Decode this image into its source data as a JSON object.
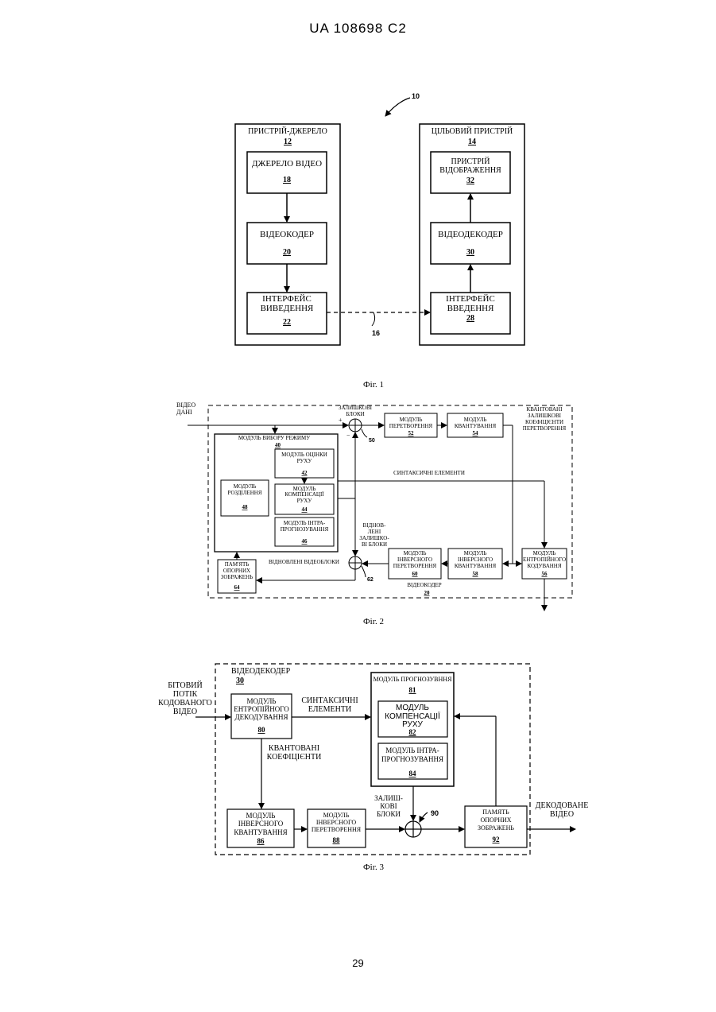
{
  "header": "UA   108698   C2",
  "page_number": "29",
  "fig1": {
    "caption": "Фіг. 1",
    "system_ref": "10",
    "link_ref": "16",
    "source": {
      "title": "ПРИСТРІЙ-ДЖЕРЕЛО",
      "ref": "12"
    },
    "video_source": {
      "label": "ДЖЕРЕЛО ВІДЕО",
      "ref": "18"
    },
    "encoder": {
      "label": "ВІДЕОКОДЕР",
      "ref": "20"
    },
    "output_if": {
      "line1": "ІНТЕРФЕЙС",
      "line2": "ВИВЕДЕННЯ",
      "ref": "22"
    },
    "dest": {
      "title": "ЦІЛЬОВИЙ ПРИСТРІЙ",
      "ref": "14"
    },
    "display": {
      "line1": "ПРИСТРІЙ",
      "line2": "ВІДОБРАЖЕННЯ",
      "ref": "32"
    },
    "decoder": {
      "label": "ВІДЕОДЕКОДЕР",
      "ref": "30"
    },
    "input_if": {
      "line1": "ІНТЕРФЕЙС",
      "line2": "ВВЕДЕННЯ",
      "ref": "28"
    }
  },
  "fig2": {
    "caption": "Фіг. 2",
    "video_in": {
      "line1": "ВІДЕО",
      "line2": "ДАНІ"
    },
    "residual": {
      "line1": "ЗАЛИШКОВІ",
      "line2": "БЛОКИ"
    },
    "plus": "+",
    "minus": "−",
    "sum1_ref": "50",
    "sum2_ref": "62",
    "transform": {
      "line1": "МОДУЛЬ",
      "line2": "ПЕРЕТВОРЕННЯ",
      "ref": "52"
    },
    "quant": {
      "line1": "МОДУЛЬ",
      "line2": "КВАНТУВАННЯ",
      "ref": "54"
    },
    "quant_coef": {
      "line1": "КВАНТОВАНІ",
      "line2": "ЗАЛИШКОВІ",
      "line3": "КОЕФІЦІЄНТИ",
      "line4": "ПЕРЕТВОРЕННЯ"
    },
    "mode_select": {
      "label": "МОДУЛЬ ВИБОРУ РЕЖИМУ",
      "ref": "40"
    },
    "motion_est": {
      "line1": "МОДУЛЬ ОЦІНКИ",
      "line2": "РУХУ",
      "ref": "42"
    },
    "motion_comp": {
      "line1": "МОДУЛЬ",
      "line2": "КОМПЕНСАЦІЇ",
      "line3": "РУХУ",
      "ref": "44"
    },
    "intra": {
      "line1": "МОДУЛЬ ІНТРА-",
      "line2": "ПРОГНОЗУВАННЯ",
      "ref": "46"
    },
    "partition": {
      "line1": "МОДУЛЬ",
      "line2": "РОЗДІЛЕННЯ",
      "ref": "48"
    },
    "syntax": "СИНТАКСИЧНІ ЕЛЕМЕНТИ",
    "restored_res": {
      "line1": "ВІДНОВ-",
      "line2": "ЛЕНІ",
      "line3": "ЗАЛИШКО-",
      "line4": "ВІ БЛОКИ"
    },
    "restored_blocks": "ВІДНОВЛЕНІ ВІДЕОБЛОКИ",
    "ref_mem": {
      "line1": "ПАМ'ЯТЬ",
      "line2": "ОПОРНИХ",
      "line3": "ЗОБРАЖЕНЬ",
      "ref": "64"
    },
    "inv_transform": {
      "line1": "МОДУЛЬ",
      "line2": "ІНВЕРСНОГО",
      "line3": "ПЕРЕТВОРЕННЯ",
      "ref": "60"
    },
    "inv_quant": {
      "line1": "МОДУЛЬ",
      "line2": "ІНВЕРСНОГО",
      "line3": "КВАНТУВАННЯ",
      "ref": "58"
    },
    "entropy": {
      "line1": "МОДУЛЬ",
      "line2": "ЕНТРОПІЙНОГО",
      "line3": "КОДУВАННЯ",
      "ref": "56"
    },
    "encoder_label": {
      "label": "ВІДЕОКОДЕР",
      "ref": "20"
    }
  },
  "fig3": {
    "caption": "Фіг. 3",
    "bitstream": {
      "line1": "БІТОВИЙ",
      "line2": "ПОТІК",
      "line3": "КОДОВАНОГО",
      "line4": "ВІДЕО"
    },
    "decoder_label": {
      "label": "ВІДЕОДЕКОДЕР",
      "ref": "30"
    },
    "entropy_dec": {
      "line1": "МОДУЛЬ",
      "line2": "ЕНТРОПІЙНОГО",
      "line3": "ДЕКОДУВАННЯ",
      "ref": "80"
    },
    "syntax": {
      "line1": "СИНТАКСИЧНІ",
      "line2": "ЕЛЕМЕНТИ"
    },
    "pred": {
      "label": "МОДУЛЬ ПРОГНОЗУВННЯ",
      "ref": "81"
    },
    "motion_comp": {
      "line1": "МОДУЛЬ",
      "line2": "КОМПЕНСАЦІЇ",
      "line3": "РУХУ",
      "ref": "82"
    },
    "intra": {
      "line1": "МОДУЛЬ ІНТРА-",
      "line2": "ПРОГНОЗУВАННЯ",
      "ref": "84"
    },
    "quant_coef": {
      "line1": "КВАНТОВАНІ",
      "line2": "КОЕФІЦІЄНТИ"
    },
    "residual": {
      "line1": "ЗАЛИШ-",
      "line2": "КОВІ",
      "line3": "БЛОКИ"
    },
    "sum_ref": "90",
    "inv_quant": {
      "line1": "МОДУЛЬ",
      "line2": "ІНВЕРСНОГО",
      "line3": "КВАНТУВАННЯ",
      "ref": "86"
    },
    "inv_transform": {
      "line1": "МОДУЛЬ",
      "line2": "ІНВЕРСНОГО",
      "line3": "ПЕРЕТВОРЕННЯ",
      "ref": "88"
    },
    "ref_mem": {
      "line1": "ПАМЯТЬ",
      "line2": "ОПОРНИХ",
      "line3": "ЗОБРАЖЕНЬ",
      "ref": "92"
    },
    "decoded": {
      "line1": "ДЕКОДОВАНЕ",
      "line2": "ВІДЕО"
    }
  }
}
